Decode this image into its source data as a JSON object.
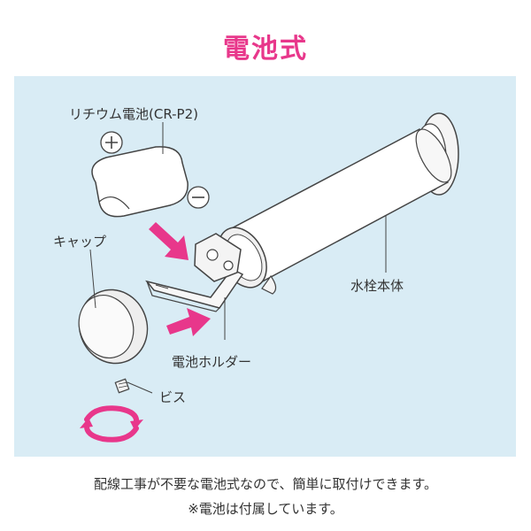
{
  "title": "電池式",
  "labels": {
    "battery": "リチウム電池(CR-P2)",
    "cap": "キャップ",
    "body": "水栓本体",
    "holder": "電池ホルダー",
    "screw": "ビス"
  },
  "caption": {
    "line1": "配線工事が不要な電池式なので、簡単に取付けできます。",
    "line2": "※電池は付属しています。"
  },
  "colors": {
    "accent": "#e8378b",
    "panel_bg": "#d9ecf5"
  }
}
